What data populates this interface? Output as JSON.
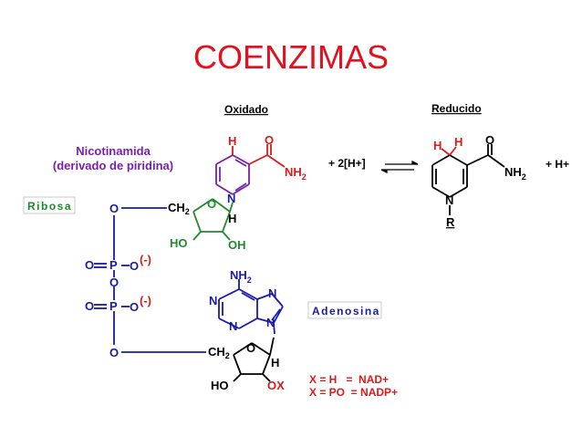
{
  "title": "COENZIMAS",
  "headers": {
    "oxidized": "Oxidado",
    "reduced": "Reducido"
  },
  "labels": {
    "nicotinamide_line1": "Nicotinamida",
    "nicotinamide_line2": "(derivado de piridina)",
    "ribose": "Ribosa",
    "adenosine": "Adenosina"
  },
  "reaction": {
    "plus_2h": "+ 2[H+]",
    "plus_h": "+ H+"
  },
  "legend": {
    "line1": "X = H   =  NAD+",
    "line2": "X = PO  = NADP+"
  },
  "atoms": {
    "H": "H",
    "O": "O",
    "N": "N",
    "P": "P",
    "NH": "NH",
    "sub2": "2",
    "CH": "CH",
    "HO": "HO",
    "OH": "OH",
    "OX": "OX",
    "R": "R",
    "minus": "(-)"
  },
  "colors": {
    "title": "#e3101e",
    "bonds": "#1a1aa8",
    "purple": "#7a1fa8",
    "red": "#d81b1b",
    "green": "#1f8a2c",
    "blue_atoms": "#1a1aa8",
    "black": "#000000"
  }
}
